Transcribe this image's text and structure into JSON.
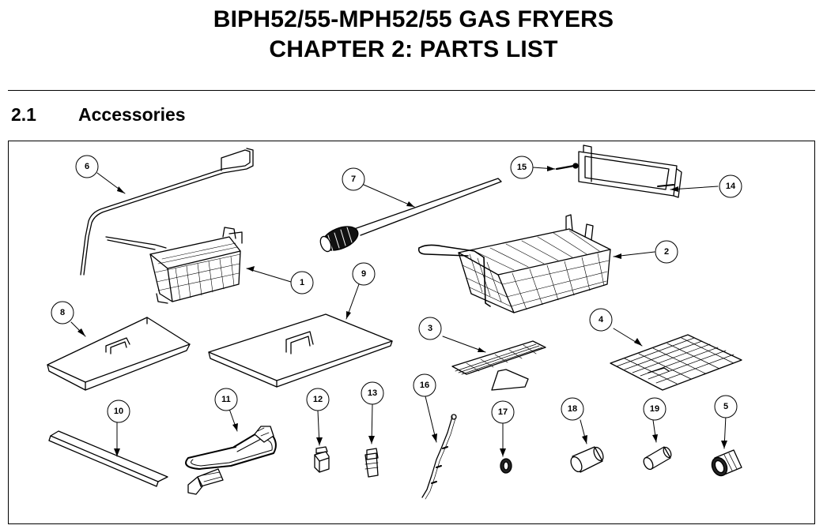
{
  "header": {
    "title_line1": "BIPH52/55-MPH52/55 GAS FRYERS",
    "title_line2": "CHAPTER 2:  PARTS LIST"
  },
  "section": {
    "number": "2.1",
    "title": "Accessories"
  },
  "callouts": [
    "1",
    "2",
    "3",
    "4",
    "5",
    "6",
    "7",
    "8",
    "9",
    "10",
    "11",
    "12",
    "13",
    "14",
    "15",
    "16",
    "17",
    "18",
    "19"
  ]
}
